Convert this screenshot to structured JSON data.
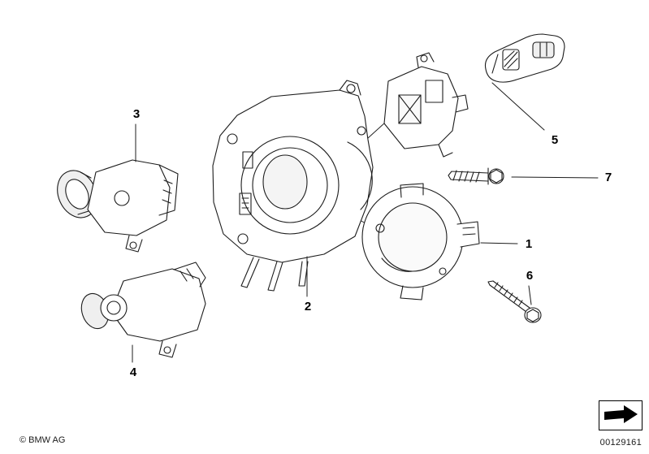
{
  "diagram": {
    "description": "Exploded parts drawing of steering column switch assembly",
    "callouts": [
      {
        "id": "1"
      },
      {
        "id": "2"
      },
      {
        "id": "3"
      },
      {
        "id": "4"
      },
      {
        "id": "5"
      },
      {
        "id": "6"
      },
      {
        "id": "7"
      }
    ]
  },
  "footer": {
    "copyright": "© BMW AG",
    "part_number": "00129161",
    "logo_icon": "black-forward-arrow"
  }
}
